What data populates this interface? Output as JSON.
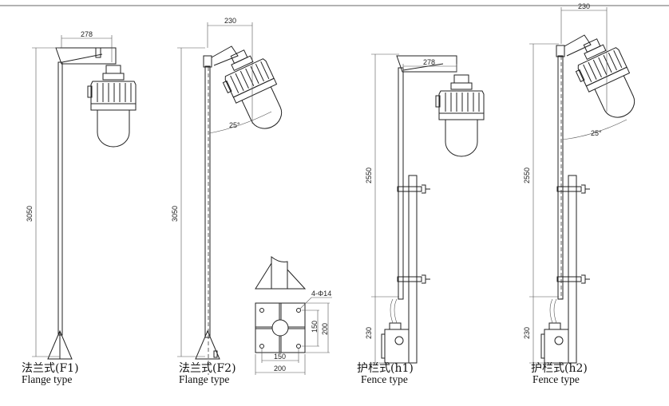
{
  "variants": [
    {
      "id": "F1",
      "name_cn": "法兰式(F1)",
      "name_en": "Flange type",
      "height": "3050",
      "arm": "278"
    },
    {
      "id": "F2",
      "name_cn": "法兰式(F2)",
      "name_en": "Flange type",
      "height": "3050",
      "arm": "230",
      "angle": "25°"
    },
    {
      "id": "h1",
      "name_cn": "护栏式(h1)",
      "name_en": "Fence type",
      "height": "2550",
      "bottom": "230",
      "arm": "278"
    },
    {
      "id": "h2",
      "name_cn": "护栏式(h2)",
      "name_en": "Fence type",
      "height": "2550",
      "bottom": "230",
      "arm": "230",
      "angle": "25°"
    }
  ],
  "base_plate": {
    "holes": "4-Φ14",
    "inner": "150",
    "outer": "200",
    "inner_v": "150",
    "outer_v": "200"
  }
}
